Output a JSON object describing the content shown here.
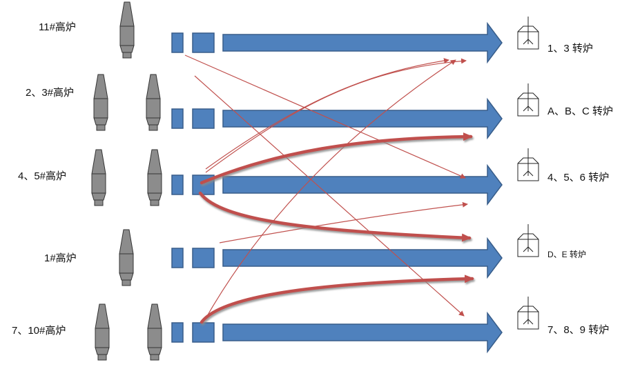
{
  "blast_furnaces": [
    {
      "id": "bf11",
      "label": "11#高炉"
    },
    {
      "id": "bf23",
      "label": "2、3#高炉"
    },
    {
      "id": "bf45",
      "label": "4、5#高炉"
    },
    {
      "id": "bf1",
      "label": "1#高炉"
    },
    {
      "id": "bf710",
      "label": "7、10#高炉"
    }
  ],
  "converters": [
    {
      "id": "cv13",
      "label": "1、3 转炉"
    },
    {
      "id": "cvABC",
      "label": "A、B、C 转炉"
    },
    {
      "id": "cv456",
      "label": "4、5、6 转炉"
    },
    {
      "id": "cvDE",
      "label": "D、E 转炉"
    },
    {
      "id": "cv789",
      "label": "7、8、9 转炉"
    }
  ],
  "colors": {
    "arrow_fill": "#4f81bd",
    "arrow_stroke": "#385d8a",
    "flow_line": "#c0504d",
    "furnace_fill": "#8c8c8c",
    "furnace_stroke": "#333333"
  }
}
